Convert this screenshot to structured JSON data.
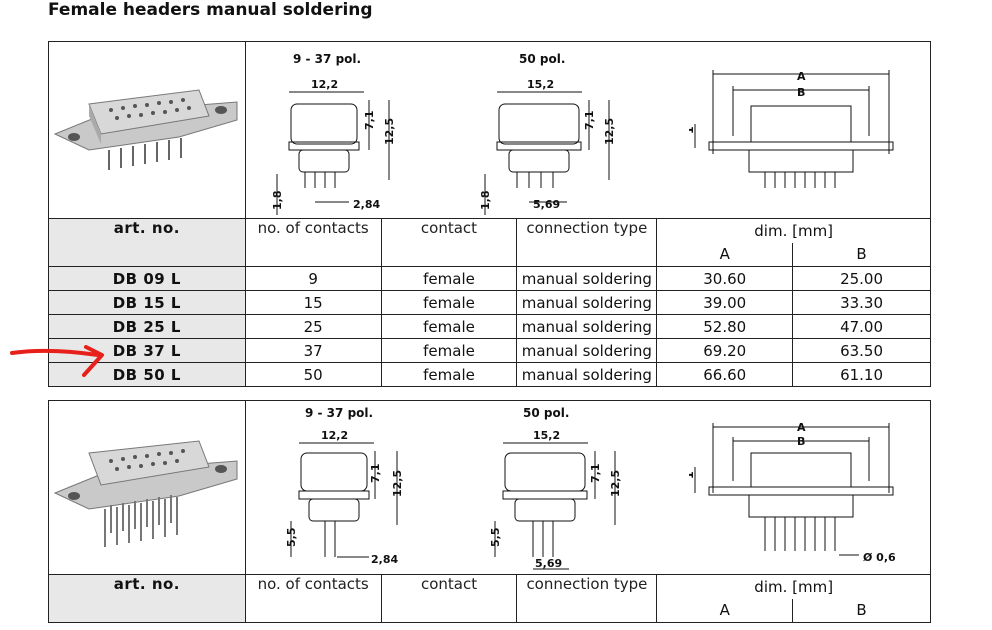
{
  "heading": "Female headers manual soldering",
  "drawings": {
    "pol_small": "9 - 37 pol.",
    "pol_large": "50 pol.",
    "dim_12_2": "12,2",
    "dim_15_2": "15,2",
    "dim_7_1": "7,1",
    "dim_12_5": "12,5",
    "dim_1_8": "1,8",
    "dim_2_84": "2,84",
    "dim_5_69": "5,69",
    "dim_5_5": "5,5",
    "dim_1": "1",
    "dim_A": "A",
    "dim_B": "B",
    "dim_d06": "Ø 0,6"
  },
  "table1": {
    "headers": {
      "art": "art. no.",
      "contacts": "no. of contacts",
      "contact": "contact",
      "conn": "connection type",
      "dim": "dim. [mm]",
      "dimA": "A",
      "dimB": "B"
    },
    "rows": [
      {
        "art": "DB 09 L",
        "contacts": "9",
        "contact": "female",
        "conn": "manual soldering",
        "a": "30.60",
        "b": "25.00"
      },
      {
        "art": "DB 15 L",
        "contacts": "15",
        "contact": "female",
        "conn": "manual soldering",
        "a": "39.00",
        "b": "33.30"
      },
      {
        "art": "DB 25 L",
        "contacts": "25",
        "contact": "female",
        "conn": "manual soldering",
        "a": "52.80",
        "b": "47.00"
      },
      {
        "art": "DB 37 L",
        "contacts": "37",
        "contact": "female",
        "conn": "manual soldering",
        "a": "69.20",
        "b": "63.50"
      },
      {
        "art": "DB 50 L",
        "contacts": "50",
        "contact": "female",
        "conn": "manual soldering",
        "a": "66.60",
        "b": "61.10"
      }
    ]
  },
  "table2": {
    "headers": {
      "art": "art. no.",
      "contacts": "no. of contacts",
      "contact": "contact",
      "conn": "connection type",
      "dim": "dim. [mm]",
      "dimA": "A",
      "dimB": "B"
    }
  },
  "colors": {
    "arrow": "#e8201c",
    "header_bg": "#e8e8e8"
  }
}
